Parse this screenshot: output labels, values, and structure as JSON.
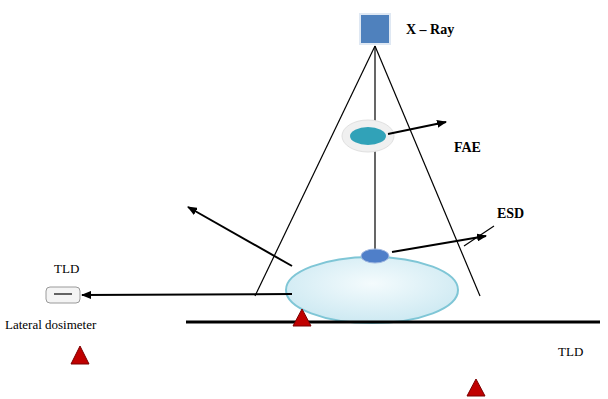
{
  "diagram": {
    "labels": [
      "X – Ray",
      "FAE",
      "ESD",
      "TLD",
      "Lateral dosimeter",
      "TLD"
    ]
  }
}
